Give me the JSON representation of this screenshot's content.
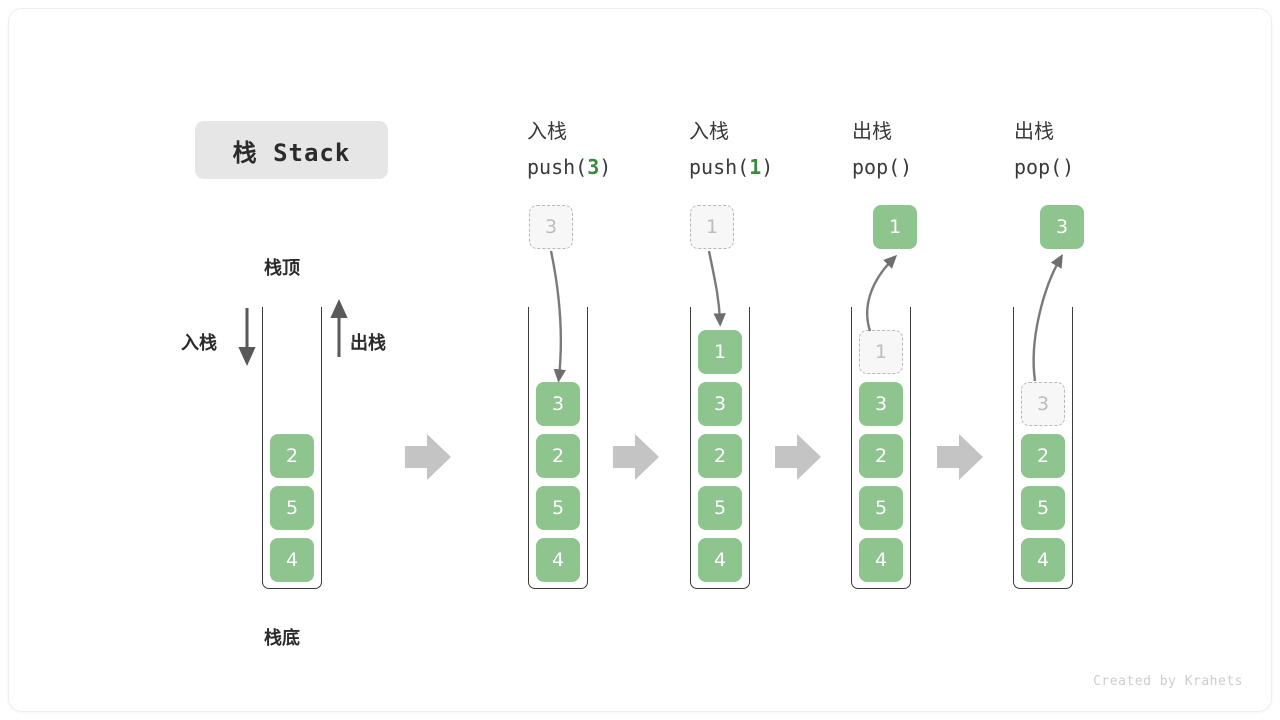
{
  "figure": {
    "title": "栈 Stack",
    "credit": "Created by Krahets",
    "accent_green": "#8ec48e",
    "ghost_gray": "#b8b8b8",
    "transition_arrow_color": "#c4c4c4"
  },
  "legend": {
    "top_label": "栈顶",
    "bottom_label": "栈底",
    "push_label": "入栈",
    "pop_label": "出栈"
  },
  "steps": [
    {
      "id": "initial",
      "op_line1": "",
      "op_line2": "",
      "op_arg": "",
      "cells": [
        "2",
        "5",
        "4"
      ],
      "ghost_in_stack": null,
      "floating": null
    },
    {
      "id": "push-3",
      "op_line1": "入栈",
      "op_prefix": "push(",
      "op_arg": "3",
      "op_suffix": ")",
      "cells": [
        "3",
        "2",
        "5",
        "4"
      ],
      "ghost_in_stack": null,
      "floating": {
        "value": "3",
        "style": "ghost"
      }
    },
    {
      "id": "push-1",
      "op_line1": "入栈",
      "op_prefix": "push(",
      "op_arg": "1",
      "op_suffix": ")",
      "cells": [
        "1",
        "3",
        "2",
        "5",
        "4"
      ],
      "ghost_in_stack": null,
      "floating": {
        "value": "1",
        "style": "ghost"
      }
    },
    {
      "id": "pop-1",
      "op_line1": "出栈",
      "op_prefix": "pop(",
      "op_arg": "",
      "op_suffix": ")",
      "cells": [
        "3",
        "2",
        "5",
        "4"
      ],
      "ghost_in_stack": {
        "value": "1",
        "slot": 0
      },
      "floating": {
        "value": "1",
        "style": "filled"
      }
    },
    {
      "id": "pop-2",
      "op_line1": "出栈",
      "op_prefix": "pop(",
      "op_arg": "",
      "op_suffix": ")",
      "cells": [
        "2",
        "5",
        "4"
      ],
      "ghost_in_stack": {
        "value": "3",
        "slot": 1
      },
      "floating": {
        "value": "3",
        "style": "filled"
      }
    }
  ],
  "stack_labels": {
    "s1_v2": "2",
    "s1_v5": "5",
    "s1_v4": "4",
    "s2_v3": "3",
    "s2_v2": "2",
    "s2_v5": "5",
    "s2_v4": "4",
    "s3_v1": "1",
    "s3_v3": "3",
    "s3_v2": "2",
    "s3_v5": "5",
    "s3_v4": "4",
    "s4_ghost": "1",
    "s4_v3": "3",
    "s4_v2": "2",
    "s4_v5": "5",
    "s4_v4": "4",
    "s5_ghost": "3",
    "s5_v2": "2",
    "s5_v5": "5",
    "s5_v4": "4",
    "f2": "3",
    "f3": "1",
    "f4": "1",
    "f5": "3"
  },
  "op_labels": {
    "push3_cn": "入栈",
    "push3_prefix": "push(",
    "push3_arg": "3",
    "push3_suffix": ")",
    "push1_cn": "入栈",
    "push1_prefix": "push(",
    "push1_arg": "1",
    "push1_suffix": ")",
    "pop1_cn": "出栈",
    "pop1_code": "pop()",
    "pop2_cn": "出栈",
    "pop2_code": "pop()"
  }
}
